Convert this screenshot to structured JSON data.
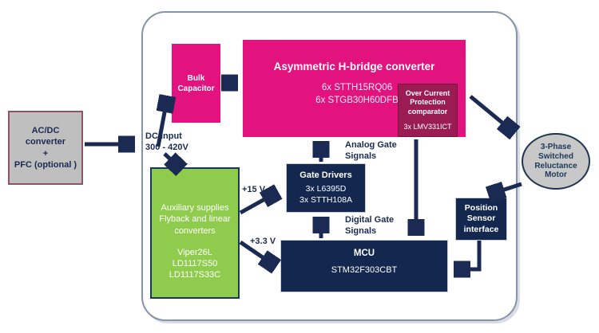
{
  "blocks": {
    "acdc": {
      "title": "AC/DC\nconverter\n+\nPFC (optional )"
    },
    "bulk_capacitor": {
      "title": "Bulk\nCapacitor"
    },
    "hbridge": {
      "title": "Asymmetric H-bridge converter",
      "parts": "6x STTH15RQ06\n6x STGB30H60DFB"
    },
    "overcurrent": {
      "title": "Over Current\nProtection\ncomparator",
      "parts": "3x LMV331ICT"
    },
    "aux_supplies": {
      "title": "Auxiliary supplies\nFlyback and linear\nconverters",
      "parts": "Viper26L\nLD1117S50\nLD1117S33C"
    },
    "gate_drivers": {
      "title": "Gate Drivers",
      "parts": "3x L6395D\n3x STTH108A"
    },
    "mcu": {
      "title": "MCU",
      "parts": "STM32F303CBT"
    },
    "position_sensor": {
      "title": "Position\nSensor\ninterface"
    },
    "motor": {
      "title": "3-Phase\nSwitched\nReluctance\nMotor"
    }
  },
  "labels": {
    "dc_input": "DC Input\n300 - 420V",
    "plus_15v": "+15 V",
    "plus_3v3": "+3.3 V",
    "analog_gate": "Analog Gate\nSignals",
    "digital_gate": "Digital Gate\nSignals"
  },
  "colors": {
    "magenta": "#e2127e",
    "dark_magenta": "#9b1b53",
    "navy": "#14284f",
    "green": "#8fcb4c",
    "gray_block": "#bfbfbf",
    "gray_border": "#93506a",
    "arrow": "#1b2a52",
    "boundary_border": "#8494ac"
  }
}
